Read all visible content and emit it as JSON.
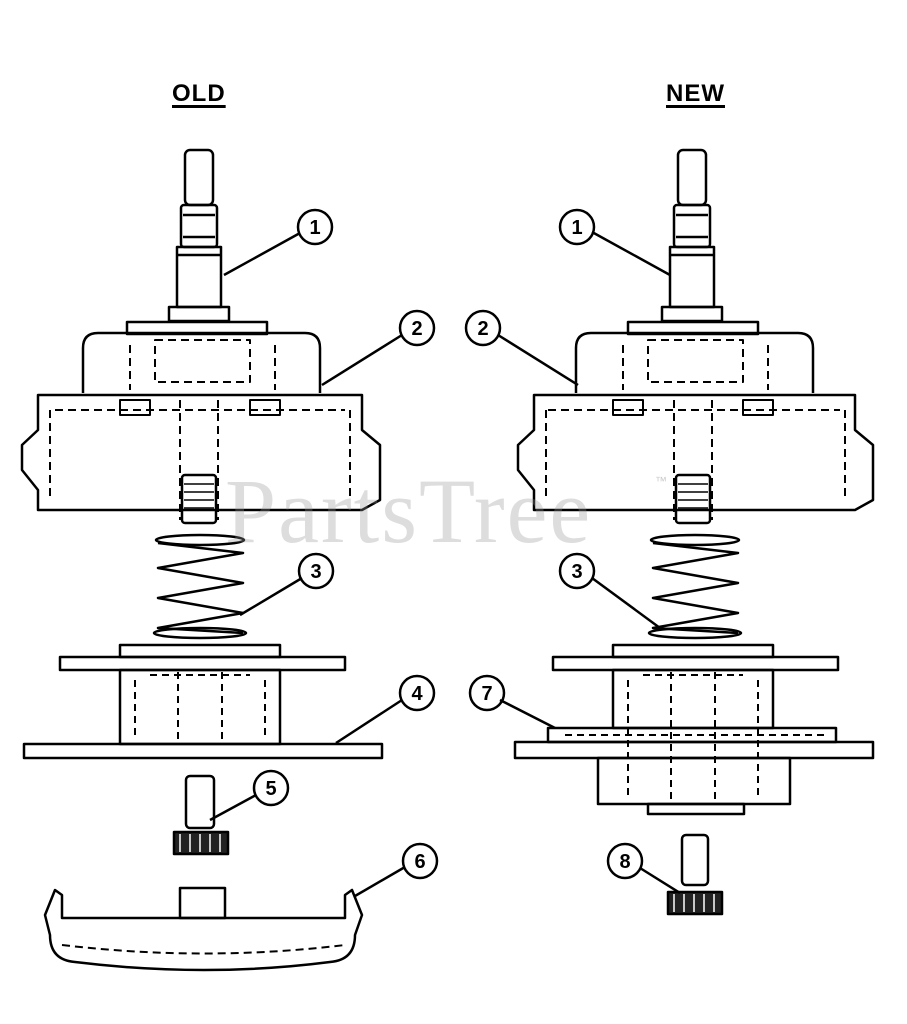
{
  "headings": {
    "old": "OLD",
    "new": "NEW"
  },
  "watermark": {
    "text": "PartsTree",
    "mark": "™"
  },
  "callouts": {
    "old": [
      "1",
      "2",
      "3",
      "4",
      "5",
      "6"
    ],
    "new": [
      "1",
      "2",
      "3",
      "7",
      "8"
    ]
  },
  "colors": {
    "line": "#000000",
    "watermark": "#969696",
    "background": "#ffffff"
  }
}
